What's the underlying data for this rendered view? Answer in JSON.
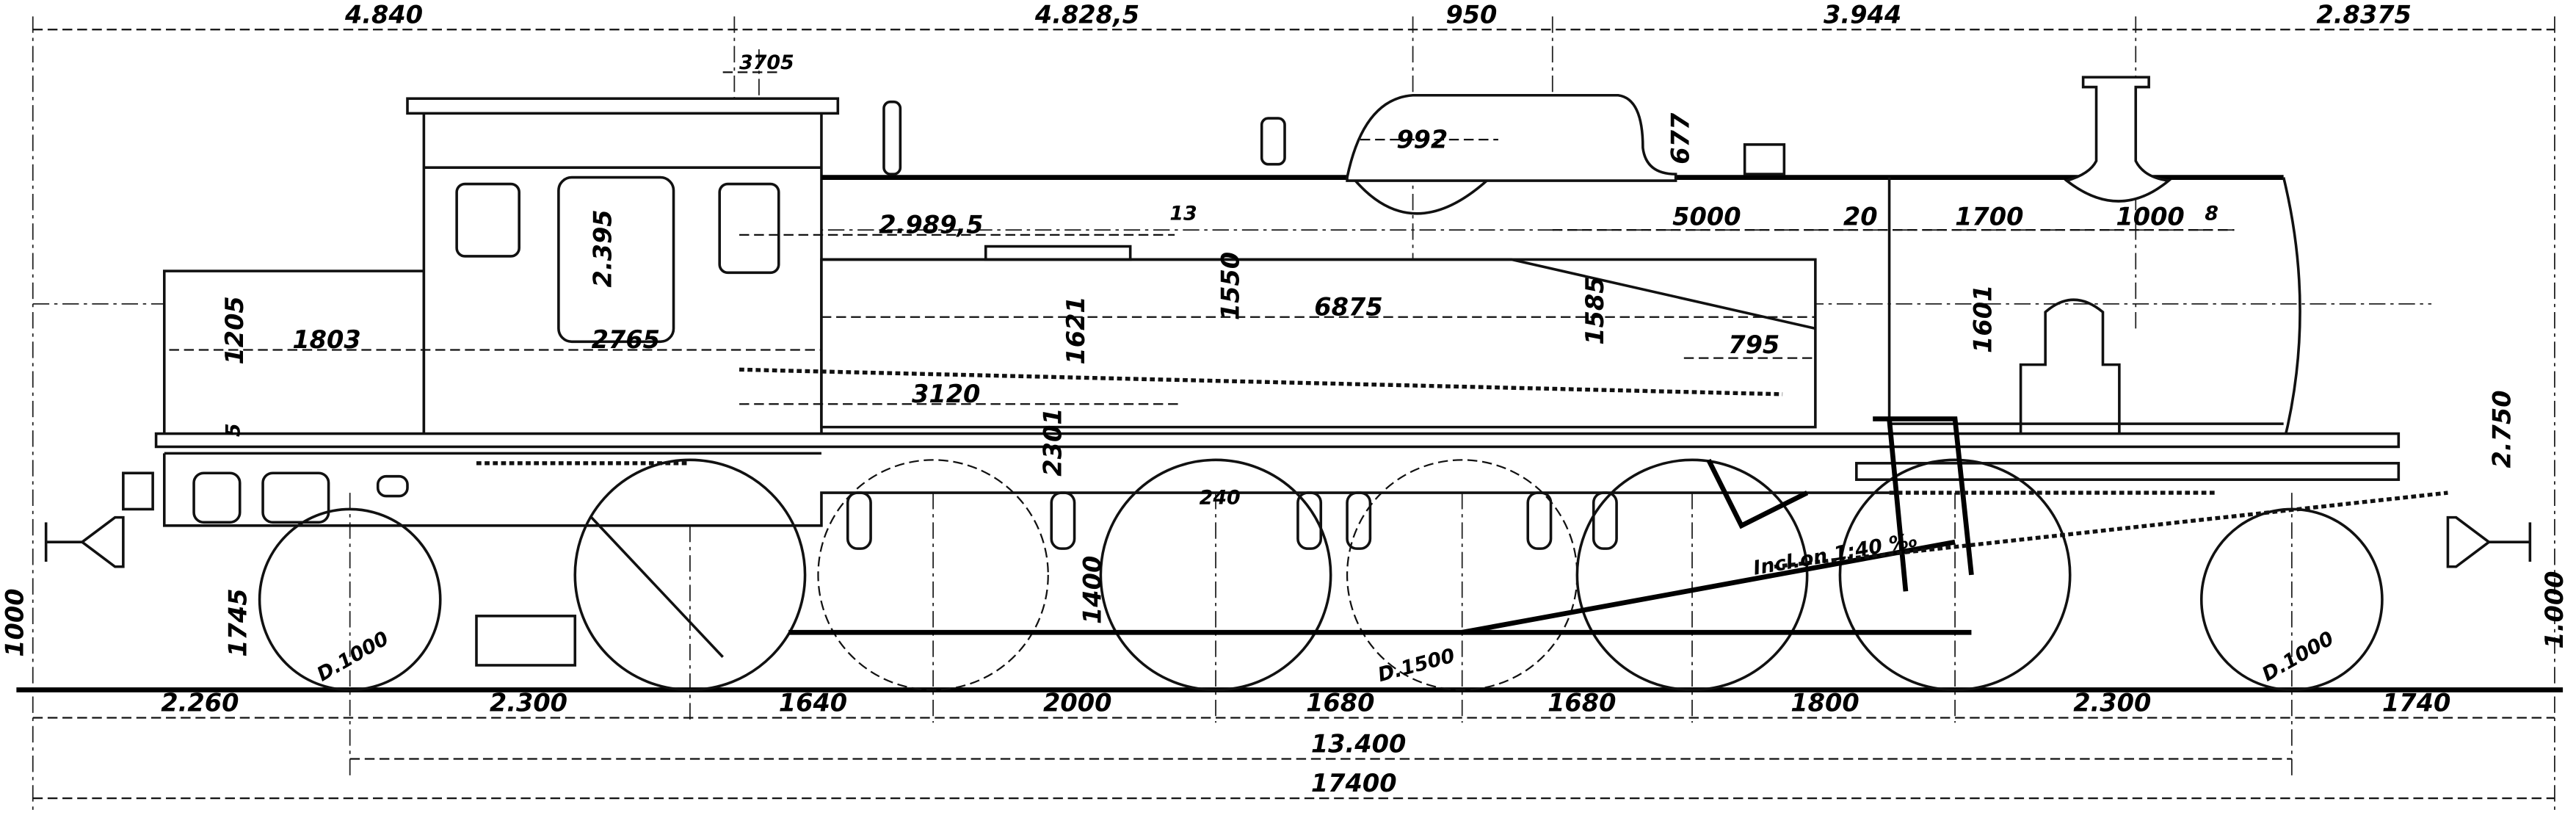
{
  "drawing": {
    "title": "Tank locomotive side elevation",
    "top_dimensions": [
      "4.840",
      "4.828,5",
      "950",
      "3.944",
      "2.8375"
    ],
    "bottom_dimensions": [
      "2.260",
      "2.300",
      "1640",
      "2000",
      "1680",
      "1680",
      "1800",
      "2.300",
      "1740"
    ],
    "wheelbase_total": "13.400",
    "length_total": "17400",
    "labels": {
      "d3705": "3705",
      "d2395": "2.395",
      "d2765": "2765",
      "d1803": "1803",
      "d1205": "1205",
      "d5": "5",
      "d1745": "1745",
      "d1000_left": "1000",
      "d2989": "2.989,5",
      "d13": "13",
      "d1550": "1550",
      "d1621": "1621",
      "d2301": "2301",
      "d1400": "1400",
      "d240": "240",
      "d3120": "3120",
      "d6875": "6875",
      "d1585": "1585",
      "d5000": "5000",
      "d20": "20",
      "d1700": "1700",
      "d1000_top": "1000",
      "d8": "8",
      "d1601": "1601",
      "d795": "795",
      "d992": "992",
      "d677": "677",
      "d2750": "2.750",
      "d1000_right": "1.000",
      "incline": "Incl.on 1:40 ‰",
      "wheel_front": "D.1000",
      "wheel_driver": "D.1500",
      "wheel_rear": "D.1000"
    }
  }
}
